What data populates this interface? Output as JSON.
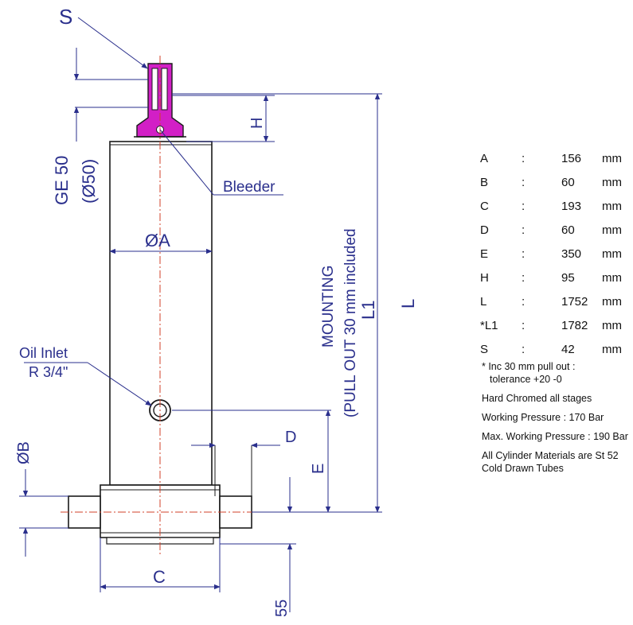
{
  "labels": {
    "s": "S",
    "h": "H",
    "ge": "GE 50",
    "ge_dia": "(Ø50)",
    "bleeder": "Bleeder",
    "phi_a": "ØA",
    "mounting": "MOUNTING",
    "pull_out": "(PULL OUT 30 mm included",
    "l1": "L1",
    "l": "L",
    "oil_inlet": "Oil Inlet",
    "oil_thread": "R 3/4\"",
    "phi_b": "ØB",
    "d": "D",
    "e": "E",
    "c": "C",
    "n55": "55"
  },
  "specs": [
    {
      "key": "A",
      "sep": ":",
      "value": "156",
      "unit": "mm"
    },
    {
      "key": "B",
      "sep": ":",
      "value": "60",
      "unit": "mm"
    },
    {
      "key": "C",
      "sep": ":",
      "value": "193",
      "unit": "mm"
    },
    {
      "key": "D",
      "sep": ":",
      "value": "60",
      "unit": "mm"
    },
    {
      "key": "E",
      "sep": ":",
      "value": "350",
      "unit": "mm"
    },
    {
      "key": "H",
      "sep": ":",
      "value": "95",
      "unit": "mm"
    },
    {
      "key": "L",
      "sep": ":",
      "value": "1752",
      "unit": "mm"
    },
    {
      "key": "*L1",
      "sep": ":",
      "value": "1782",
      "unit": "mm"
    },
    {
      "key": "S",
      "sep": ":",
      "value": "42",
      "unit": "mm"
    }
  ],
  "notes": {
    "inc_line1": "* Inc 30 mm pull out :",
    "inc_line2": "tolerance +20 -0",
    "chromed": "Hard Chromed all stages",
    "working_pressure": "Working Pressure : 170 Bar",
    "max_pressure": "Max. Working Pressure : 190 Bar",
    "materials": "All Cylinder Materials are St 52 Cold Drawn Tubes"
  },
  "colors": {
    "line": "#1a1a1a",
    "dimension": "#2a2f8c",
    "centerline": "#d0402a",
    "fitting": "#d21fc6"
  }
}
